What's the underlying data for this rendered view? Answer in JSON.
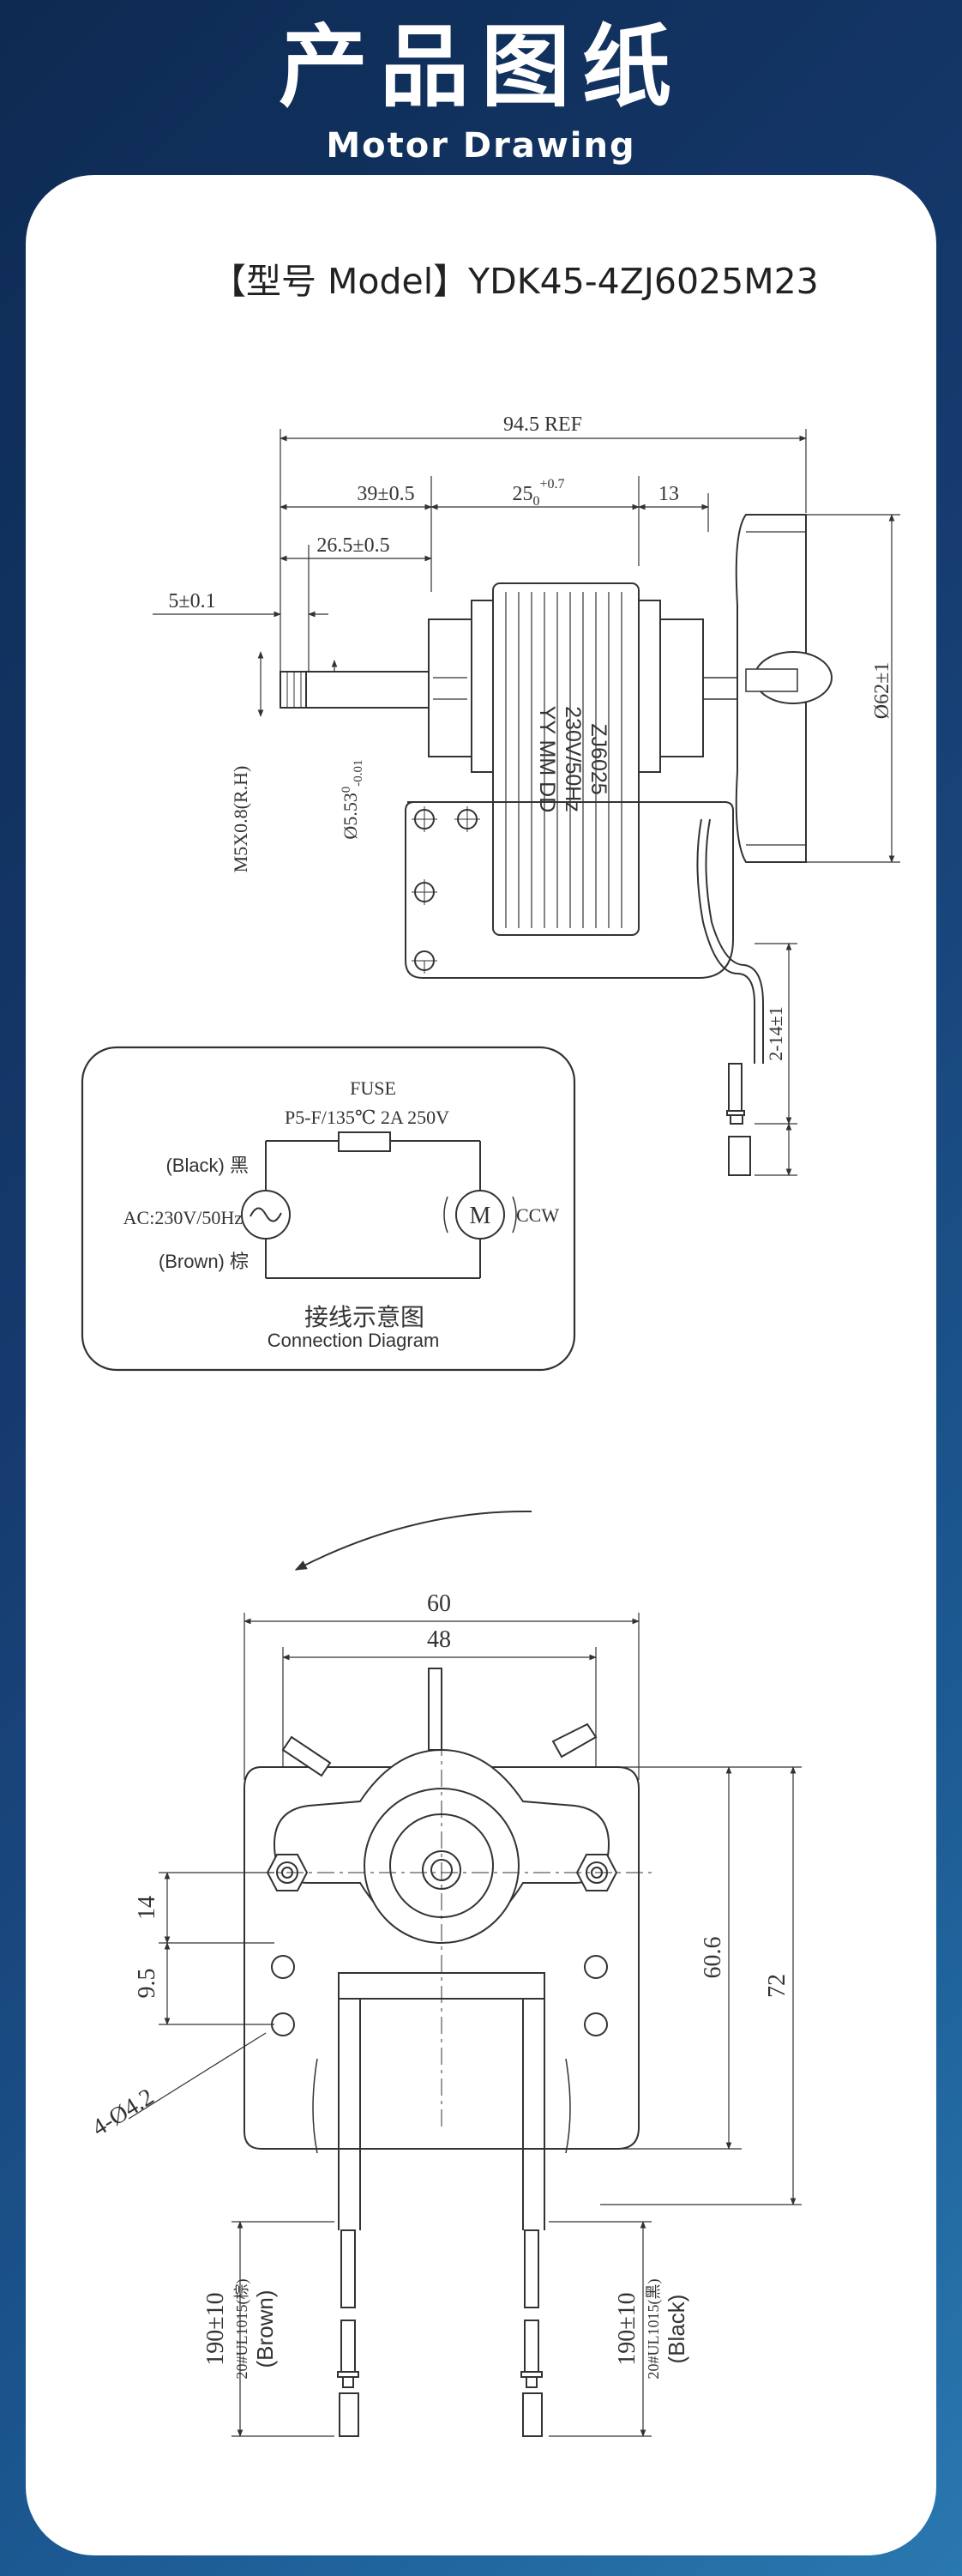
{
  "header": {
    "title": "产品图纸",
    "subtitle": "Motor Drawing"
  },
  "model": {
    "label": "【型号 Model】",
    "value": "YDK45-4ZJ6025M23"
  },
  "side_view": {
    "dim_overall": "94.5 REF",
    "dim_39": "39±0.5",
    "dim_25_base": "25",
    "dim_25_sub": "0",
    "dim_25_sup": "+0.7",
    "dim_13": "13",
    "dim_26": "26.5±0.5",
    "dim_5": "5±0.1",
    "thread": "M5X0.8(R.H)",
    "shaft_dia": "Ø5.53",
    "shaft_tol_sup": "0",
    "shaft_tol_sub": "-0.01",
    "fan_dia": "Ø62±1",
    "lead_len": "2-14±1",
    "label_model": "ZJ6025",
    "label_voltage": "230V/50Hz",
    "label_date": "YY MM DD"
  },
  "connection": {
    "fuse_title": "FUSE",
    "fuse_spec": "P5-F/135℃ 2A 250V",
    "black": "(Black) 黑",
    "ac": "AC:230V/50Hz",
    "brown": "(Brown) 棕",
    "motor_symbol": "M",
    "direction": "CCW",
    "title_cn": "接线示意图",
    "title_en": "Connection Diagram"
  },
  "front_view": {
    "dim_60": "60",
    "dim_48": "48",
    "dim_14": "14",
    "dim_9_5": "9.5",
    "holes": "4-Ø4.2",
    "dim_60_6": "60.6",
    "dim_72": "72",
    "lead_left_len": "190±10",
    "lead_left_spec": "20#UL1015(棕)",
    "lead_left_color": "(Brown)",
    "lead_right_len": "190±10",
    "lead_right_spec": "20#UL1015(黑)",
    "lead_right_color": "(Black)"
  }
}
